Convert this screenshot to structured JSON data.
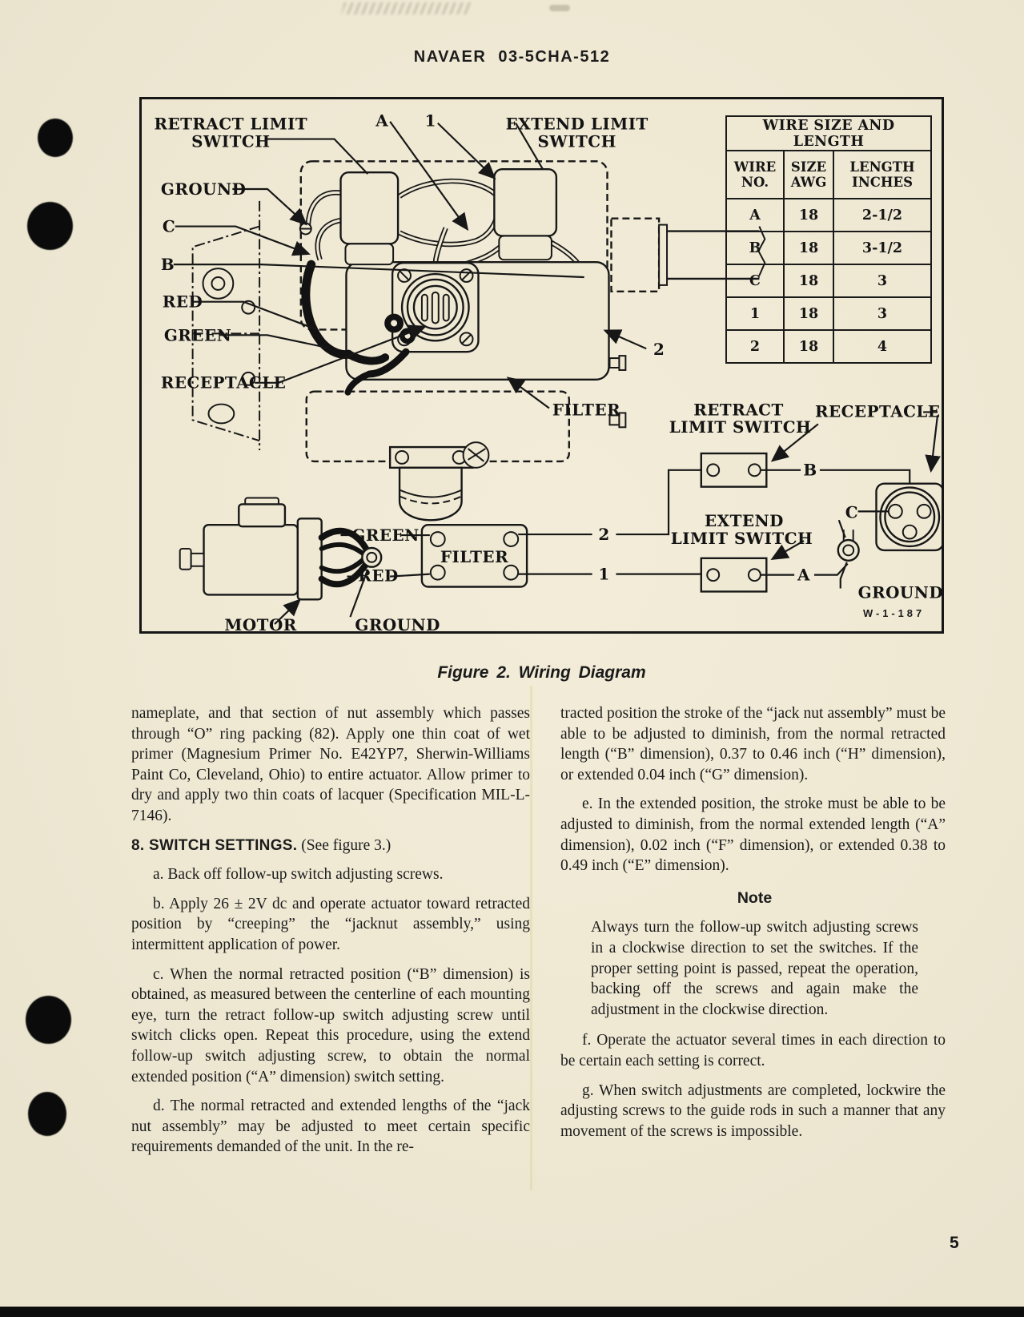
{
  "colors": {
    "paper": "#efe9d4",
    "ink": "#1a1a1a"
  },
  "header": {
    "doc_number": "NAVAER 03-5CHA-512"
  },
  "figure": {
    "caption": "Figure 2.  Wiring Diagram",
    "drawing_code": "W-1-187",
    "pictorial": {
      "retract_limit_switch_line1": "RETRACT LIMIT",
      "retract_limit_switch_line2": "SWITCH",
      "wire_a": "A",
      "wire_1": "1",
      "extend_limit_switch_line1": "EXTEND LIMIT",
      "extend_limit_switch_line2": "SWITCH",
      "ground": "GROUND",
      "wire_c": "C",
      "wire_b": "B",
      "red": "RED",
      "green": "GREEN",
      "receptacle": "RECEPTACLE",
      "filter": "FILTER",
      "wire_2": "2"
    },
    "schematic": {
      "retract_limit_switch_line1": "RETRACT",
      "retract_limit_switch_line2": "LIMIT SWITCH",
      "receptacle": "RECEPTACLE",
      "extend_limit_switch_line1": "EXTEND",
      "extend_limit_switch_line2": "LIMIT SWITCH",
      "filter": "FILTER",
      "motor": "MOTOR",
      "green": "GREEN",
      "red": "RED",
      "ground_motor": "GROUND",
      "ground_receptacle": "GROUND",
      "wire_b": "B",
      "wire_a": "A",
      "wire_c": "C",
      "wire_2": "2",
      "wire_1": "1"
    },
    "table": {
      "title": "WIRE SIZE AND LENGTH",
      "headers": [
        [
          "WIRE",
          "NO."
        ],
        [
          "SIZE",
          "AWG"
        ],
        [
          "LENGTH",
          "INCHES"
        ]
      ],
      "rows": [
        [
          "A",
          "18",
          "2-1/2"
        ],
        [
          "B",
          "18",
          "3-1/2"
        ],
        [
          "C",
          "18",
          "3"
        ],
        [
          "1",
          "18",
          "3"
        ],
        [
          "2",
          "18",
          "4"
        ]
      ]
    }
  },
  "body": {
    "left": {
      "p1": "nameplate, and that section of nut assembly which passes through “O” ring packing (82). Apply one thin coat of wet primer (Magnesium Primer No. E42YP7, Sherwin-Williams Paint Co, Cleveland, Ohio) to entire actuator. Allow primer to dry and apply two thin coats of lacquer (Specification MIL-L-7146).",
      "heading_bold": "8. SWITCH SETTINGS.",
      "heading_rest": "(See figure 3.)",
      "pa": "a. Back off follow-up switch adjusting screws.",
      "pb": "b. Apply 26 ± 2V dc and operate actuator toward retracted position by “creeping” the “jacknut assembly,” using intermittent application of power.",
      "pc": "c. When the normal retracted position (“B” dimension) is obtained, as measured between the centerline of each mounting eye, turn the retract follow-up switch adjusting screw until switch clicks open. Repeat this procedure, using the extend follow-up switch adjusting screw, to obtain the normal extended position (“A” dimension) switch setting.",
      "pd": "d. The normal retracted and extended lengths of the “jack nut assembly” may be adjusted to meet certain specific requirements demanded of the unit. In the re-"
    },
    "right": {
      "p1": "tracted position the stroke of the “jack nut assembly” must be able to be adjusted to diminish, from the normal retracted length (“B” dimension), 0.37 to 0.46 inch (“H” dimension), or extended 0.04 inch (“G” dimension).",
      "pe": "e. In the extended position, the stroke must be able to be adjusted to diminish, from the normal extended length (“A” dimension), 0.02 inch (“F” dimension), or extended 0.38 to 0.49 inch (“E” dimension).",
      "note_title": "Note",
      "note_body": "Always turn the follow-up switch adjusting screws in a clockwise direction to set the switches. If the proper setting point is passed, repeat the operation, backing off the screws and again make the adjustment in the clockwise direction.",
      "pf": "f. Operate the actuator several times in each direction to be certain each setting is correct.",
      "pg": "g. When switch adjustments are completed, lockwire the adjusting screws to the guide rods in such a manner that any movement of the screws is impossible."
    }
  },
  "page_number": "5"
}
